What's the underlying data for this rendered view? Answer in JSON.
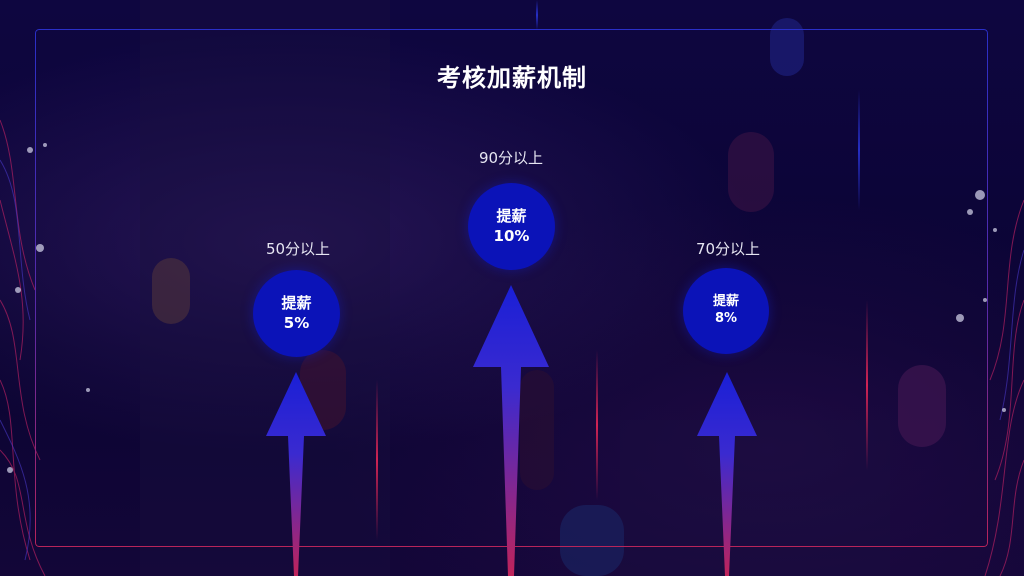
{
  "slide": {
    "title": "考核加薪机制"
  },
  "tiers": [
    {
      "score_label": "50分以上",
      "raise_label": "提薪",
      "raise_value": "5%"
    },
    {
      "score_label": "90分以上",
      "raise_label": "提薪",
      "raise_value": "10%"
    },
    {
      "score_label": "70分以上",
      "raise_label": "提薪",
      "raise_value": "8%"
    }
  ],
  "colors": {
    "background": "#0c0536",
    "circle_fill": "#0b13b8",
    "arrow_top": "#1a1fd6",
    "arrow_bottom": "#c0245a",
    "frame_top": "#2a2fc8",
    "frame_bottom": "#b8245a"
  }
}
